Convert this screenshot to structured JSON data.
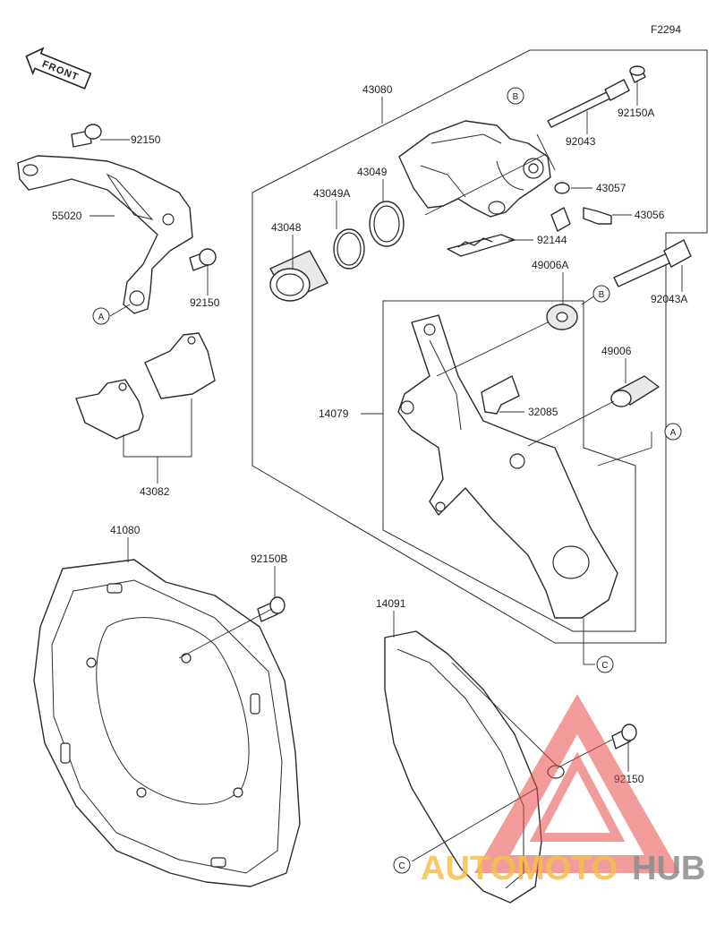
{
  "diagram_code": "F2294",
  "front_label": "FRONT",
  "labels": {
    "p92150_top": "92150",
    "p55020": "55020",
    "p92150_pedal": "92150",
    "p43082": "43082",
    "p41080": "41080",
    "p92150B": "92150B",
    "p14091": "14091",
    "p92150_guard": "92150",
    "p43080": "43080",
    "p43049": "43049",
    "p43049A": "43049A",
    "p43048": "43048",
    "p92150A": "92150A",
    "p92043": "92043",
    "p43057": "43057",
    "p43056": "43056",
    "p92144": "92144",
    "p49006A": "49006A",
    "p92043A": "92043A",
    "p49006": "49006",
    "p14079": "14079",
    "p32085": "32085"
  },
  "callouts": {
    "a1": "A",
    "a2": "A",
    "b1": "B",
    "b2": "B",
    "c1": "C",
    "c2": "C"
  },
  "watermark": {
    "part1": "AUTOMOTO",
    "part2": "HUB",
    "color1": "#f5c04a",
    "color2": "#8c8c8c",
    "triangle_color": "#e84a4a"
  }
}
